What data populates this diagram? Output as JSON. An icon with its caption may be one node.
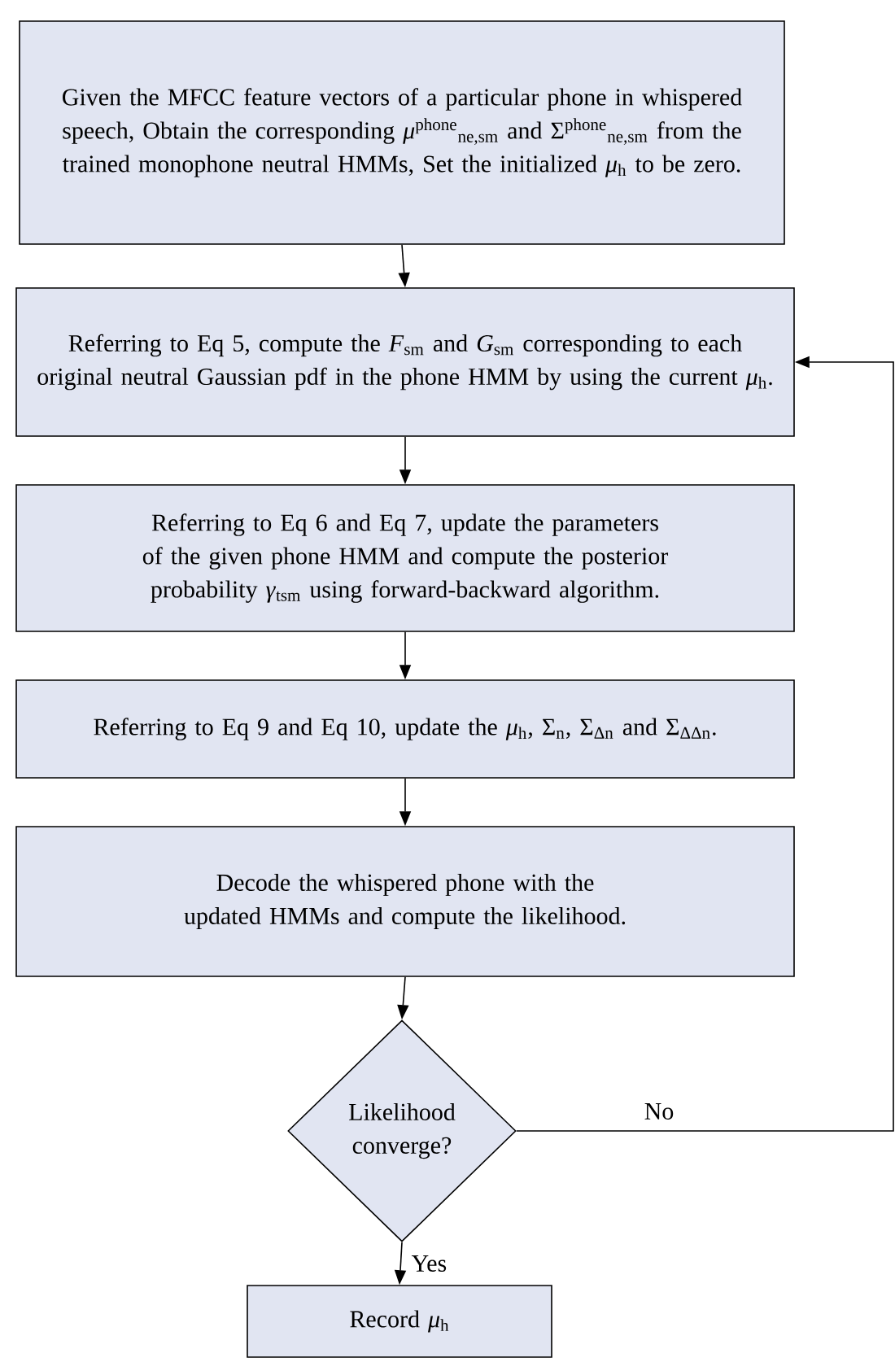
{
  "diagram": {
    "nodes": [
      {
        "text": [
          "Given the MFCC feature vectors of a particular phone in whispered speech, Obtain the corresponding *μ*$^{phone}$$_{ne,sm}$ and Σ$^{phone}$$_{ne,sm}$ from the trained monophone neutral HMMs, Set the initialized *μ*$_{h}$ to be zero."
        ]
      },
      {
        "text": [
          "Referring to Eq 5, compute the *F*$_{sm}$ and *G*$_{sm}$ corresponding to each original neutral Gaussian pdf in the phone HMM by using the current *μ*$_{h}$."
        ]
      },
      {
        "text": [
          "Referring to Eq 6 and Eq 7, update the parameters of the given phone HMM and compute the posterior probability *γ*$_{tsm}$ using forward-backward algorithm."
        ]
      },
      {
        "text": [
          "Referring to Eq 9 and Eq 10, update the *μ*$_{h}$, Σ$_{n}$, Σ$_{Δn}$ and Σ$_{ΔΔn}$."
        ]
      },
      {
        "text": [
          "Decode the whispered phone with the updated HMMs and compute the likelihood."
        ]
      },
      {
        "text": [
          "Likelihood converge?"
        ]
      },
      {
        "text": [
          "Record *μ*$_{h}$"
        ]
      }
    ],
    "edges": [
      {
        "from": 0,
        "to": 1,
        "arrow": "to"
      },
      {
        "from": 1,
        "to": 2,
        "arrow": "to"
      },
      {
        "from": 2,
        "to": 3,
        "arrow": "to"
      },
      {
        "from": 3,
        "to": 4,
        "arrow": "to"
      },
      {
        "from": 4,
        "to": 5,
        "arrow": "to"
      },
      {
        "from": 5,
        "to": 6,
        "arrow": "to",
        "label": "Yes"
      },
      {
        "from": 5,
        "to": 1,
        "arrow": "to",
        "label": "No"
      }
    ]
  }
}
